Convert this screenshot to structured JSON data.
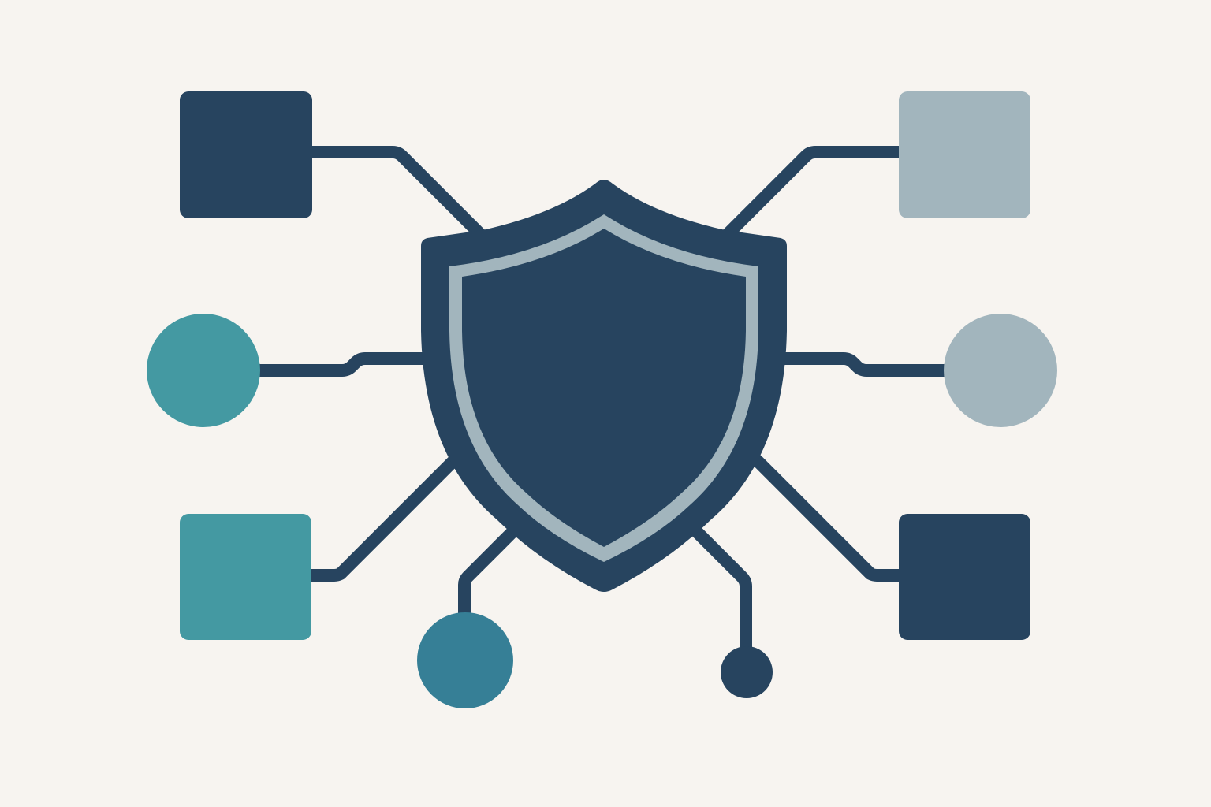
{
  "diagram": {
    "background_color": "#f7f4f0",
    "colors": {
      "navy": "#27445f",
      "teal": "#4499a2",
      "steel_teal": "#367f96",
      "light_gray_blue": "#a2b5bd"
    },
    "center_icon": "shield-icon",
    "nodes": [
      {
        "name": "node-top-left",
        "shape": "rounded-square",
        "color": "navy"
      },
      {
        "name": "node-top-right",
        "shape": "rounded-square",
        "color": "light_gray_blue"
      },
      {
        "name": "node-middle-left",
        "shape": "circle",
        "color": "teal"
      },
      {
        "name": "node-middle-right",
        "shape": "circle",
        "color": "light_gray_blue"
      },
      {
        "name": "node-bottom-left",
        "shape": "rounded-square",
        "color": "teal"
      },
      {
        "name": "node-bottom-right",
        "shape": "rounded-square",
        "color": "navy"
      },
      {
        "name": "node-bottom-center-left",
        "shape": "circle",
        "color": "steel_teal"
      },
      {
        "name": "node-bottom-center-right",
        "shape": "small-circle",
        "color": "navy"
      }
    ]
  }
}
